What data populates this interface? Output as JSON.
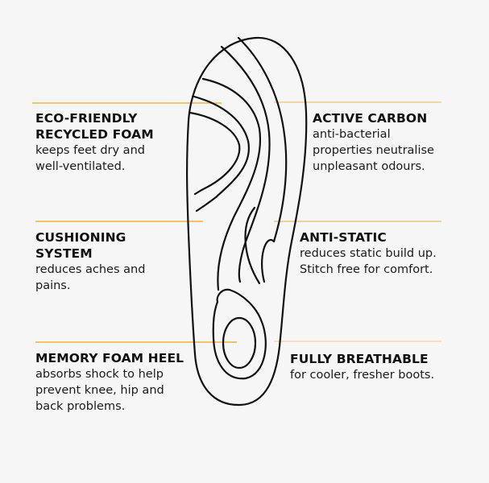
{
  "colors": {
    "background": "#f6f6f6",
    "leader_line": "#f2c46a",
    "leader_line_right": "#f3d9b4",
    "outline": "#111111",
    "text": "#111111"
  },
  "features": {
    "left": [
      {
        "title": "ECO-FRIENDLY\nRECYCLED FOAM",
        "description": "keeps feet dry and\nwell-ventilated."
      },
      {
        "title": "CUSHIONING\nSYSTEM",
        "description": "reduces aches and\npains."
      },
      {
        "title": "MEMORY FOAM HEEL",
        "description": "absorbs shock to help\nprevent knee, hip and\nback problems."
      }
    ],
    "right": [
      {
        "title": "ACTIVE CARBON",
        "description": "anti-bacterial\nproperties neutralise\nunpleasant odours."
      },
      {
        "title": "ANTI-STATIC",
        "description": "reduces static build up.\nStitch free for comfort."
      },
      {
        "title": "FULLY BREATHABLE",
        "description": "for cooler, fresher boots."
      }
    ]
  },
  "illustration": {
    "subject": "insole-outline-icon"
  }
}
